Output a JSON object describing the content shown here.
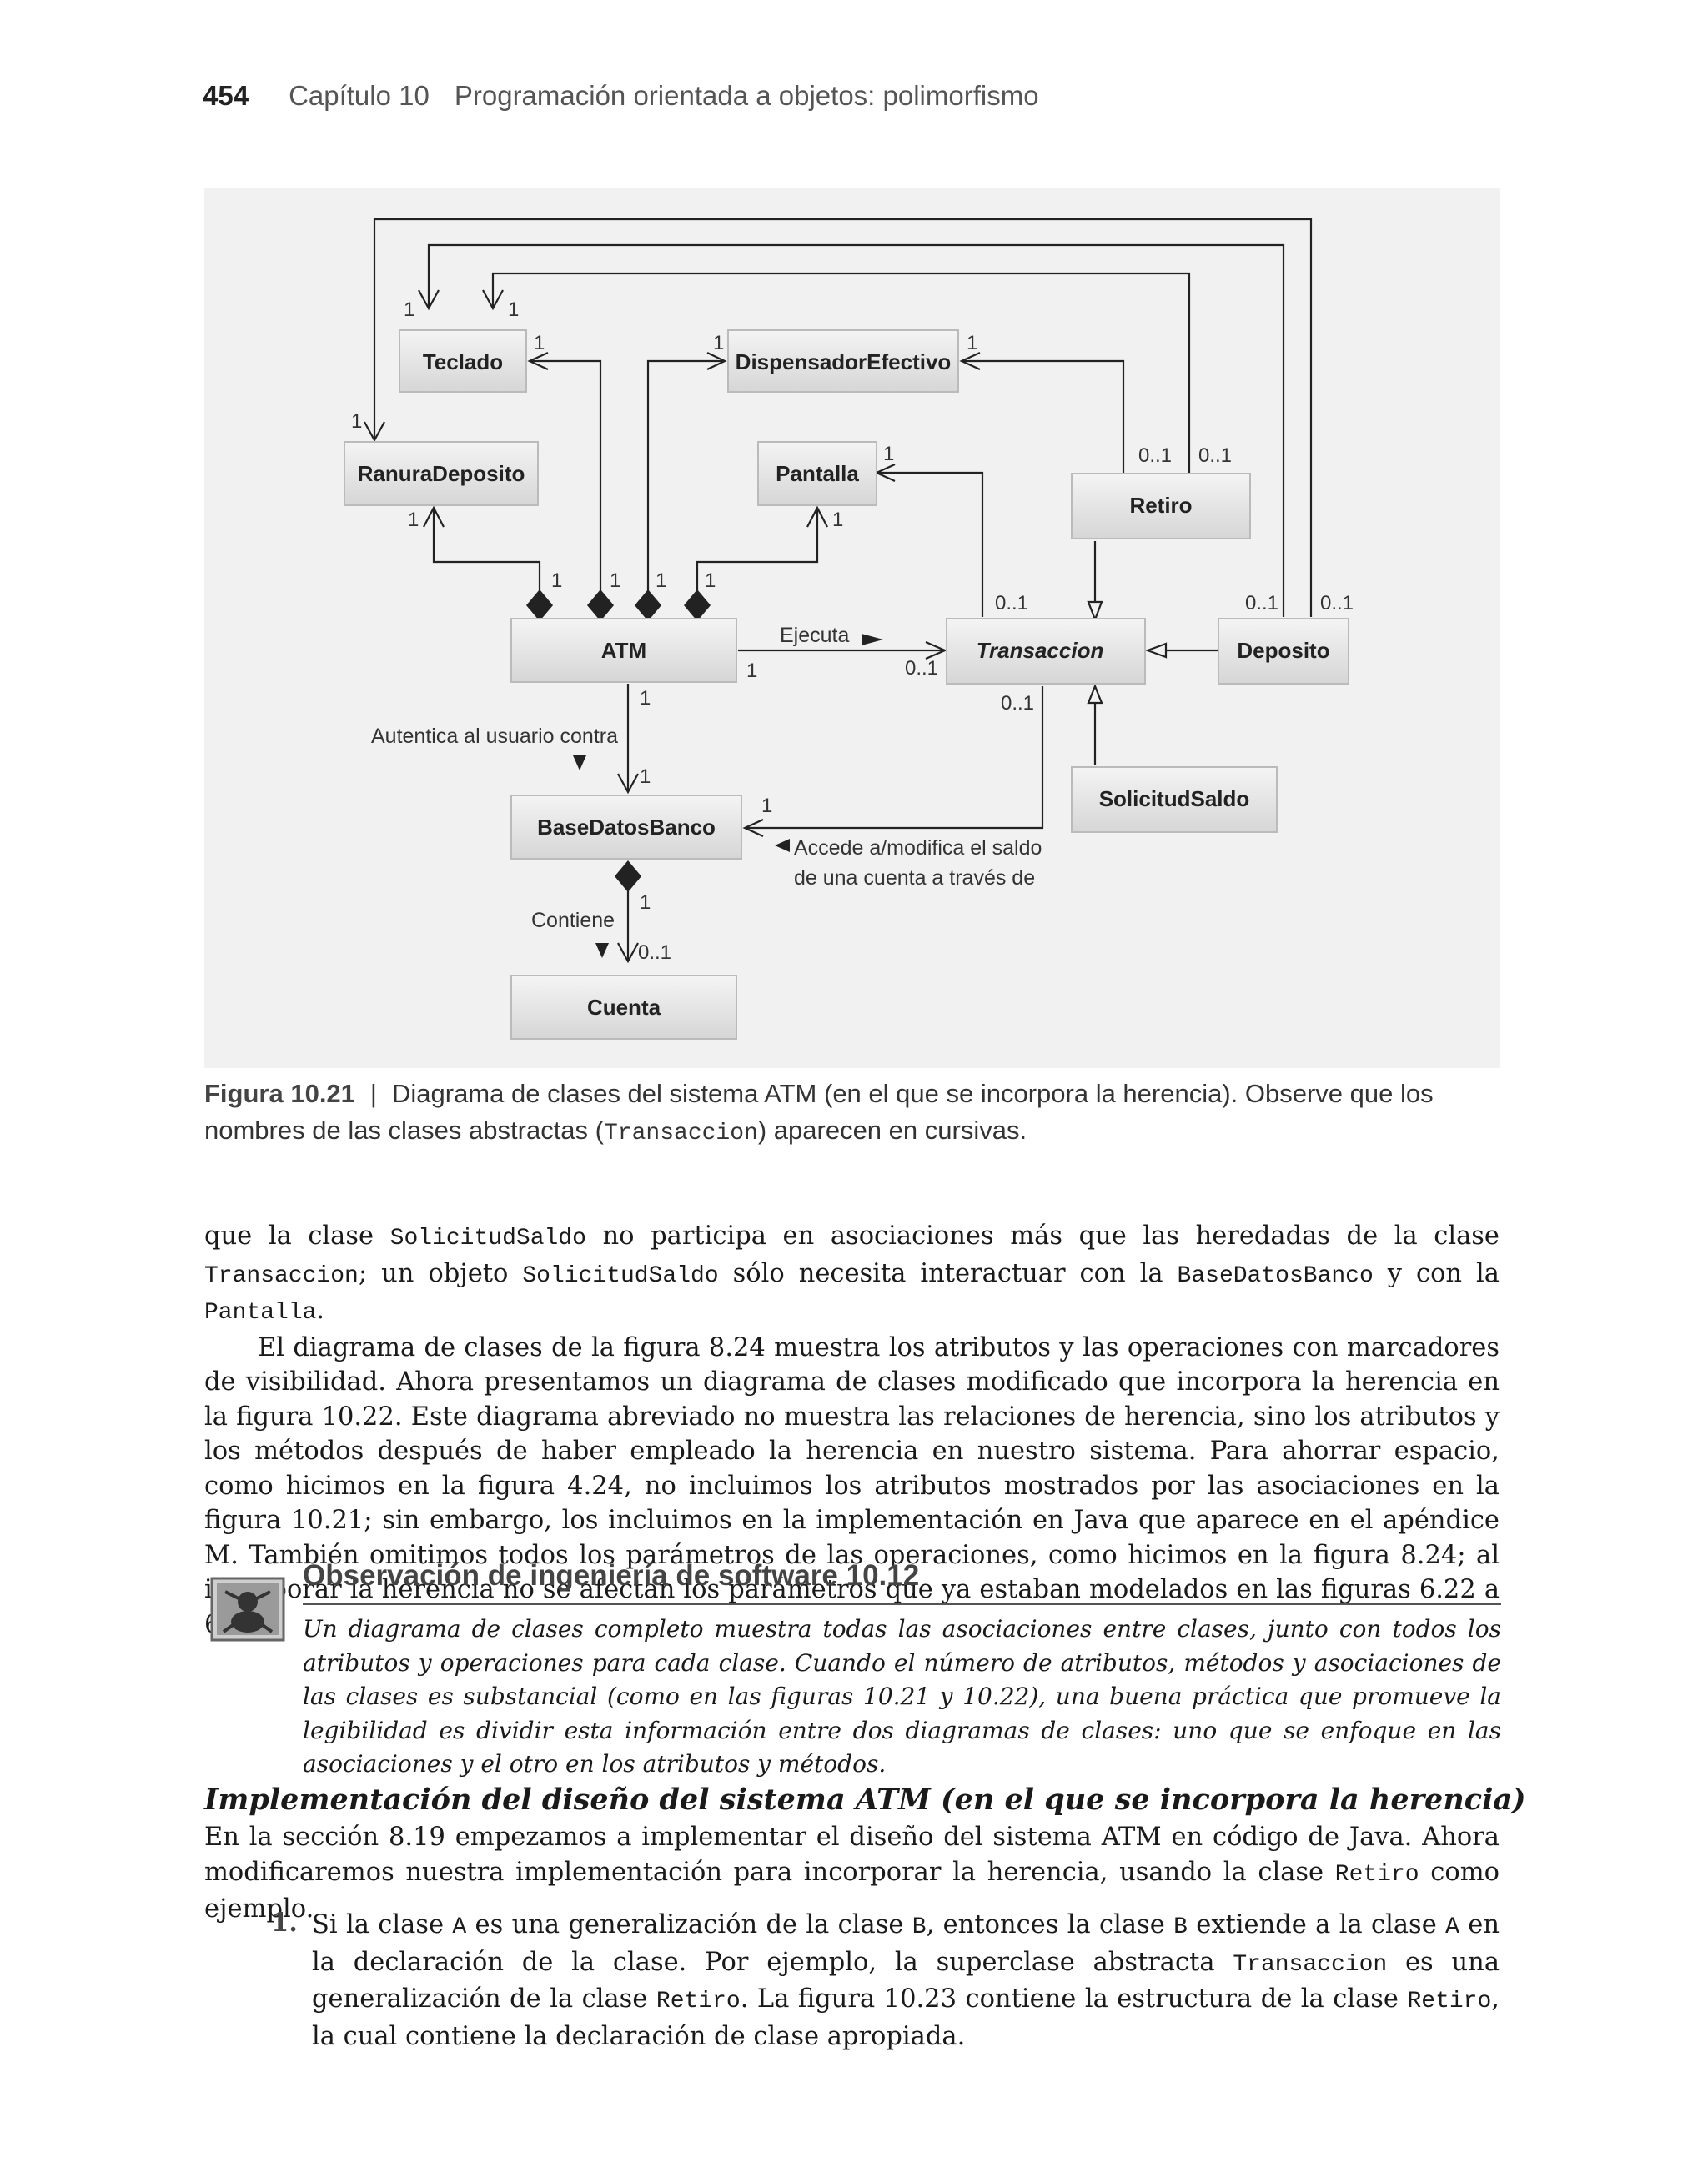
{
  "header": {
    "page_number": "454",
    "chapter": "Capítulo 10",
    "chapter_title": "Programación orientada a objetos: polimorfismo"
  },
  "diagram": {
    "classes": {
      "teclado": "Teclado",
      "dispensador": "DispensadorEfectivo",
      "ranura": "RanuraDeposito",
      "pantalla": "Pantalla",
      "retiro": "Retiro",
      "atm": "ATM",
      "transaccion": "Transaccion",
      "deposito": "Deposito",
      "solicitud": "SolicitudSaldo",
      "basedatos": "BaseDatosBanco",
      "cuenta": "Cuenta"
    },
    "assoc_labels": {
      "ejecuta": "Ejecuta",
      "autentica": "Autentica al usuario contra",
      "accede_1": "Accede a/modifica el saldo",
      "accede_2": "de una cuenta a través de",
      "contiene": "Contiene"
    },
    "multiplicities": {
      "one": "1",
      "zero_one": "0..1"
    }
  },
  "caption": {
    "label": "Figura 10.21",
    "separator": "|",
    "text_1": "Diagrama de clases del sistema ATM (en el que se incorpora la herencia). Observe que los nombres de las clases abstractas (",
    "code": "Transaccion",
    "text_2": ") aparecen en cursivas."
  },
  "para1": {
    "t1": "que la clase ",
    "c1": "SolicitudSaldo",
    "t2": " no participa en asociaciones más que las heredadas de la clase ",
    "c2": "Transaccion",
    "t3": "; un objeto ",
    "c3": "SolicitudSaldo",
    "t4": " sólo necesita interactuar con la ",
    "c4": "BaseDatosBanco",
    "t5": " y con la ",
    "c5": "Pantalla",
    "t6": "."
  },
  "para2": "El diagrama de clases de la figura 8.24 muestra los atributos y las operaciones con marcadores de visibilidad. Ahora presentamos un diagrama de clases modificado que incorpora la herencia en la figura 10.22. Este diagrama abreviado no muestra las relaciones de herencia, sino los atributos y los métodos después de haber empleado la herencia en nuestro sistema. Para ahorrar espacio, como hicimos en la figura 4.24, no incluimos los atributos mostrados por las asociaciones en la figura 10.21; sin embargo, los incluimos en la implementación en Java que aparece en el apéndice M. También omitimos todos los parámetros de las operaciones, como hicimos en la figura 8.24; al incorporar la herencia no se afectan los parámetros que ya estaban modelados en las figuras 6.22 a 6.25.",
  "software_observation": {
    "title": "Observación de ingeniería de software 10.12",
    "text": "Un diagrama de clases completo muestra todas las asociaciones entre clases, junto con todos los atributos y operaciones para cada clase. Cuando el número de atributos, métodos y asociaciones de las clases es substancial (como en las figuras 10.21 y 10.22), una buena práctica que promueve la legibilidad es dividir esta información entre dos diagramas de clases: uno que se enfoque en las asociaciones y el otro en los atributos y métodos."
  },
  "section": {
    "heading": "Implementación del diseño del sistema ATM (en el que se incorpora la herencia)",
    "t1": "En la sección 8.19 empezamos a implementar el diseño del sistema ATM en código de Java. Ahora modificaremos nuestra implementación para incorporar la herencia, usando la clase ",
    "c1": "Retiro",
    "t2": " como ejemplo."
  },
  "list_item_1": {
    "number": "1.",
    "t1": "Si la clase ",
    "c1": "A",
    "t2": " es una generalización de la clase ",
    "c2": "B",
    "t3": ", entonces la clase ",
    "c3": "B",
    "t4": " extiende a la clase ",
    "c4": "A",
    "t5": " en la declaración de la clase. Por ejemplo, la superclase abstracta ",
    "c5": "Transaccion",
    "t6": " es una generalización de la clase ",
    "c6": "Retiro",
    "t7": ". La figura 10.23 contiene la estructura de la clase ",
    "c7": "Retiro",
    "t8": ", la cual contiene la declaración de clase apropiada."
  }
}
